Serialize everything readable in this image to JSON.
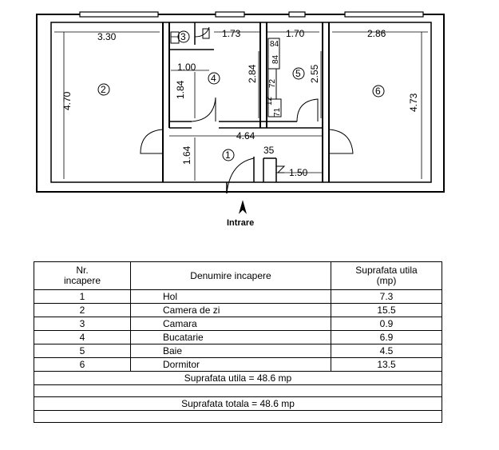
{
  "plan": {
    "dimensions": {
      "room2_width": "3.30",
      "room2_height": "4.70",
      "room3_width": "1.73",
      "room4_width": "1.00",
      "room4_left_height": "1.84",
      "room4_height": "2.84",
      "room5_width": "1.70",
      "room5_height": "2.55",
      "room6_width": "2.86",
      "room6_height": "4.73",
      "hall_width": "4.64",
      "hall_height": "1.64",
      "hall_small_35": "35",
      "hall_right_width": "1.50",
      "pipe_84_top": "84",
      "pipe_84_mid": "84",
      "pipe_72": "72",
      "pipe_12": "12",
      "pipe_71": "71"
    },
    "rooms": [
      "1",
      "2",
      "3",
      "4",
      "5",
      "6"
    ],
    "entrance_label": "Intrare"
  },
  "table": {
    "headers": {
      "nr": "Nr.\nincapere",
      "name": "Denumire incapere",
      "area": "Suprafata utila\n(mp)"
    },
    "rows": [
      {
        "nr": "1",
        "name": "Hol",
        "area": "7.3"
      },
      {
        "nr": "2",
        "name": "Camera de zi",
        "area": "15.5"
      },
      {
        "nr": "3",
        "name": "Camara",
        "area": "0.9"
      },
      {
        "nr": "4",
        "name": "Bucatarie",
        "area": "6.9"
      },
      {
        "nr": "5",
        "name": "Baie",
        "area": "4.5"
      },
      {
        "nr": "6",
        "name": "Dormitor",
        "area": "13.5"
      }
    ],
    "useful_total": "Suprafata utila = 48.6 mp",
    "grand_total": "Suprafata totala = 48.6 mp"
  }
}
